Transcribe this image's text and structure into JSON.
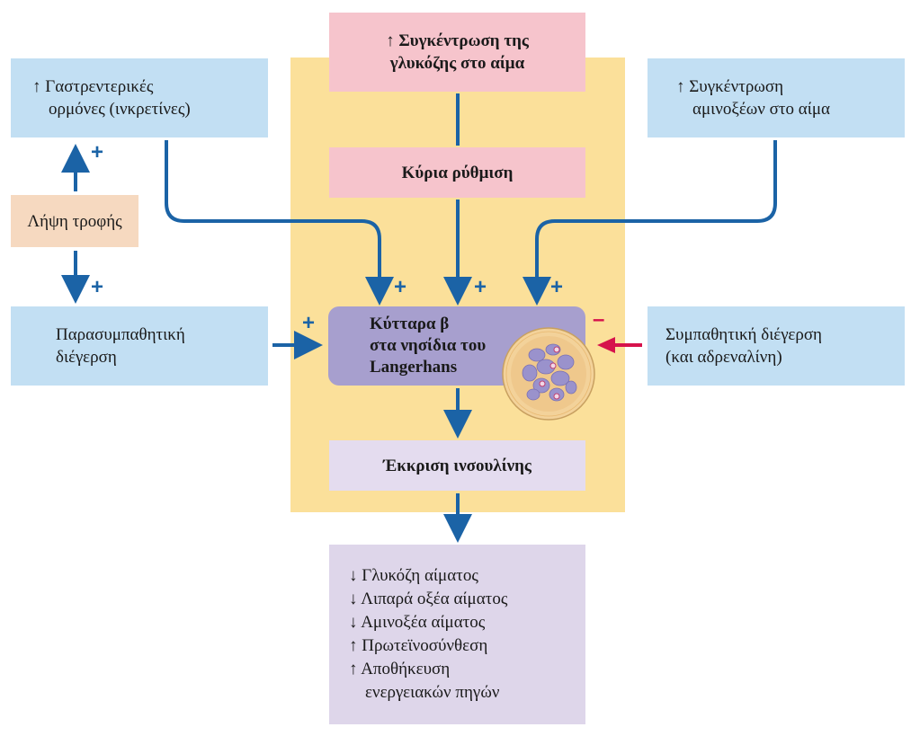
{
  "glucose_box": {
    "lines": [
      "↑ Συγκέντρωση της",
      "γλυκόζης στο αίμα"
    ]
  },
  "main_regulation": {
    "label": "Κύρια ρύθμιση"
  },
  "incretins_box": {
    "lines": [
      "↑ Γαστρεντερικές",
      "ορμόνες (ινκρετίνες)"
    ]
  },
  "amino_box": {
    "lines": [
      "↑ Συγκέντρωση",
      "αμινοξέων στο αίμα"
    ]
  },
  "food_intake": {
    "label": "Λήψη τροφής"
  },
  "parasympathetic_box": {
    "lines": [
      "Παρασυμπαθητική",
      "διέγερση"
    ]
  },
  "sympathetic_box": {
    "lines": [
      "Συμπαθητική διέγερση",
      "(και αδρεναλίνη)"
    ]
  },
  "beta_cells": {
    "lines": [
      "Κύτταρα β",
      "στα νησίδια του",
      "Langerhans"
    ]
  },
  "insulin_secretion": {
    "label": "Έκκριση ινσουλίνης"
  },
  "effects": {
    "lines": [
      "↓ Γλυκόζη αίματος",
      "↓ Λιπαρά οξέα αίματος",
      "↓ Αμινοξέα αίματος",
      "↑ Πρωτεϊνοσύνθεση",
      "↑ Αποθήκευση",
      "ενεργειακών πηγών"
    ]
  },
  "signs": {
    "plus": "+",
    "minus": "–"
  },
  "colors": {
    "arrow_blue": "#1b63a6",
    "inhibit_red": "#d6124c",
    "panel_yellow": "#fbe09a",
    "cell_purple": "#a79fce"
  }
}
